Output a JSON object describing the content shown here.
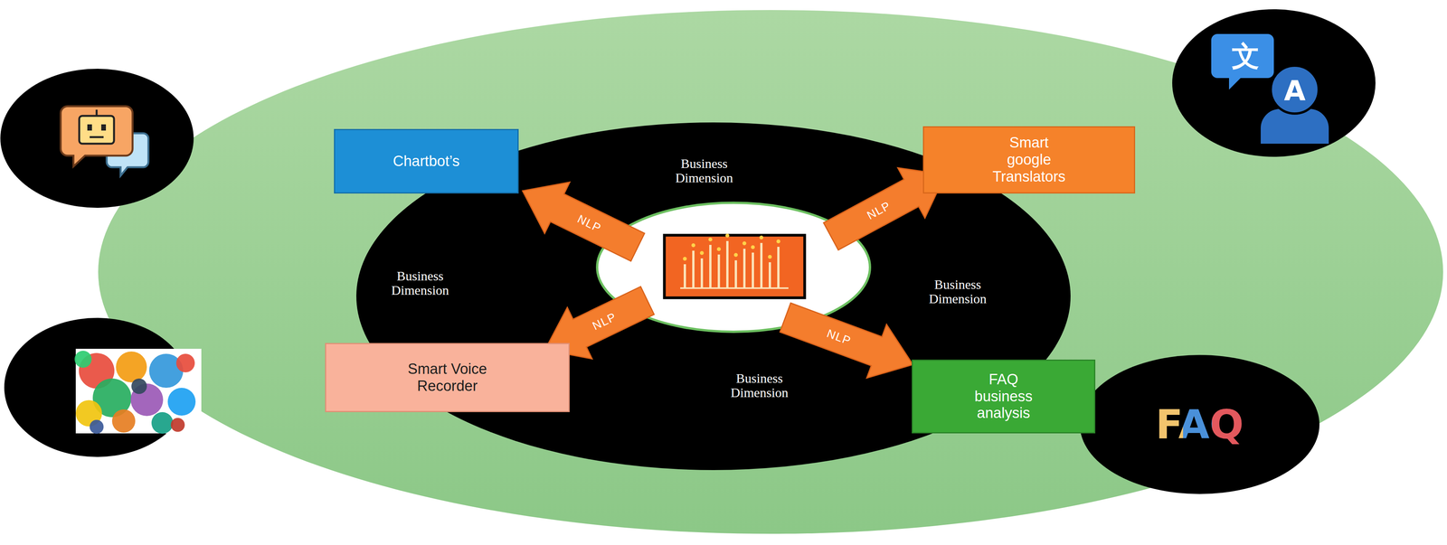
{
  "diagram": {
    "nodes": [
      {
        "text": [
          "Chartbot’s"
        ]
      },
      {
        "text": [
          "Smart google Translators"
        ]
      },
      {
        "text": [
          "Smart Voice Recorder"
        ]
      },
      {
        "text": [
          "FAQ business analysis"
        ]
      }
    ],
    "labels": [
      "Business Dimension",
      "Business Dimension",
      "Business Dimension",
      "Business Dimension",
      "NLP",
      "NLP",
      "NLP",
      "NLP",
      "文",
      "A",
      "FAQ"
    ]
  }
}
